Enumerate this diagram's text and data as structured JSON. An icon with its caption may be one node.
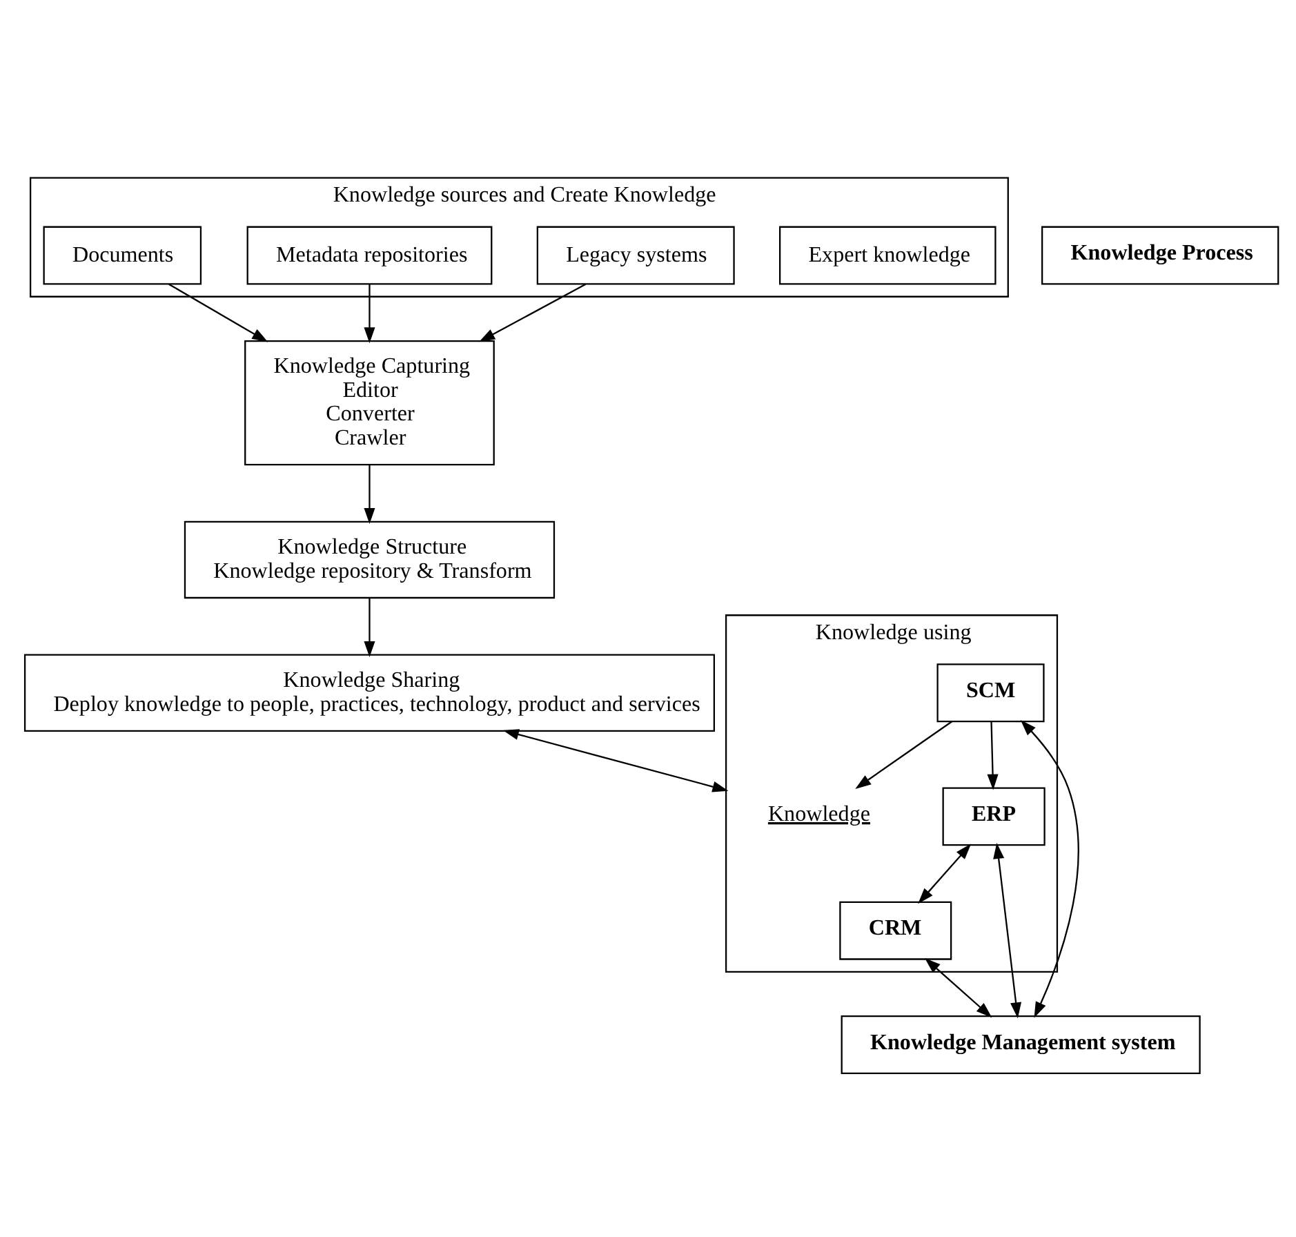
{
  "diagram": {
    "nodes": [
      {
        "text": [
          "Knowledge sources and Create Knowledge"
        ]
      },
      {
        "text": [
          "Expert knowledge"
        ],
        "in": 0
      },
      {
        "text": [
          "Legacy systems"
        ],
        "in": 0
      },
      {
        "text": [
          "Metadata repositories"
        ],
        "in": 0
      },
      {
        "text": [
          "Documents"
        ],
        "in": 0
      },
      {
        "text": [
          "Knowledge Capturing",
          "Editor",
          "Converter",
          "Crawler"
        ]
      },
      {
        "text": [
          "Knowledge Structure",
          "Knowledge repository & Transform"
        ]
      },
      {
        "text": [
          "Knowledge Sharing",
          "Deploy knowledge to people, practices, technology, product and services"
        ]
      },
      {
        "text": [
          "Knowledge using"
        ]
      },
      {
        "text": [
          "Knowledge"
        ],
        "in": 8
      },
      {
        "text": [
          "SCM"
        ],
        "in": 8
      },
      {
        "text": [
          "ERP"
        ],
        "in": 8
      },
      {
        "text": [
          "CRM"
        ],
        "in": 8
      },
      {
        "text": [
          "Knowledge Process"
        ]
      },
      {
        "text": [
          "Knowledge Management system"
        ]
      }
    ],
    "edges": [
      {
        "from": 2,
        "to": 5,
        "arrow": "to"
      },
      {
        "from": 3,
        "to": 5,
        "arrow": "to"
      },
      {
        "from": 4,
        "to": 5,
        "arrow": "to"
      },
      {
        "from": 5,
        "to": 6,
        "arrow": "to"
      },
      {
        "from": 6,
        "to": 7,
        "arrow": "to"
      },
      {
        "from": 7,
        "to": 8,
        "arrow": "both"
      },
      {
        "from": 10,
        "to": 9,
        "arrow": "to"
      },
      {
        "from": 10,
        "to": 11,
        "arrow": "to"
      },
      {
        "from": 11,
        "to": 12,
        "arrow": "both"
      },
      {
        "from": 10,
        "to": 14,
        "arrow": "both"
      },
      {
        "from": 11,
        "to": 14,
        "arrow": "both"
      },
      {
        "from": 12,
        "to": 14,
        "arrow": "both"
      }
    ]
  }
}
